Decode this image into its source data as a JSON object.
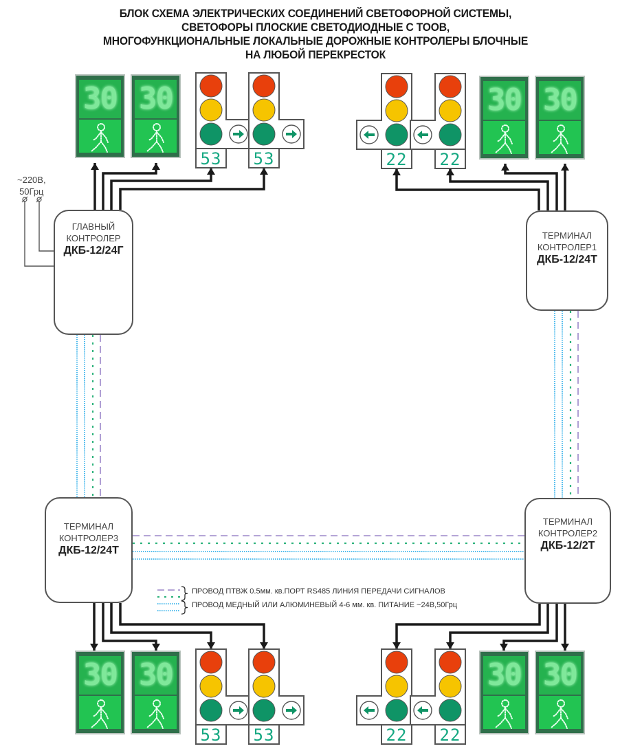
{
  "title": {
    "lines": [
      "БЛОК СХЕМА ЭЛЕКТРИЧЕСКИХ СОЕДИНЕНИЙ СВЕТОФОРНОЙ СИСТЕМЫ,",
      "СВЕТОФОРЫ ПЛОСКИЕ СВЕТОДИОДНЫЕ С ТООВ,",
      "МНОГОФУНКЦИОНАЛЬНЫЕ  ЛОКАЛЬНЫЕ ДОРОЖНЫЕ КОНТРОЛЕРЫ БЛОЧНЫЕ",
      "НА ЛЮБОЙ ПЕРЕКРЕСТОК"
    ]
  },
  "power_input": {
    "voltage": "~220В,",
    "frequency": "50Грц"
  },
  "controllers": {
    "main": {
      "line1": "ГЛАВНЫЙ",
      "line2": "КОНТРОЛЕР",
      "model": "ДКБ-12/24Г"
    },
    "terminal1": {
      "line1": "ТЕРМИНАЛ",
      "line2": "КОНТРОЛЕР1",
      "model": "ДКБ-12/24Т"
    },
    "terminal2": {
      "line1": "ТЕРМИНАЛ",
      "line2": "КОНТРОЛЕР2",
      "model": "ДКБ-12/2Т"
    },
    "terminal3": {
      "line1": "ТЕРМИНАЛ",
      "line2": "КОНТРОЛЕР3",
      "model": "ДКБ-12/24Т"
    }
  },
  "pedestrian_signals": {
    "countdown": "30",
    "icon": "walking-pedestrian-icon"
  },
  "vehicle_signals": {
    "left_group_countdown": "53",
    "left_group_arrow": "arrow-right",
    "right_group_countdown": "22",
    "right_group_arrow": "arrow-left"
  },
  "legend": {
    "signal_line": "ПРОВОД ПТВЖ 0.5мм. кв.ПОРТ RS485 ЛИНИЯ ПЕРЕДАЧИ СИГНАЛОВ",
    "power_line": "ПРОВОД МЕДНЫЙ ИЛИ АЛЮМИНЕВЫЙ 4-6 мм. кв. ПИТАНИЕ ~24В,50Грц"
  },
  "colors": {
    "red": "#e8400c",
    "yellow": "#f6c400",
    "green": "#0f9466",
    "wire": "#1a1a1a",
    "rs485_purple": "#9b87c9",
    "rs485_green": "#2fb37d",
    "power_blue": "#3ab3ea",
    "digit_teal": "#16a882"
  }
}
